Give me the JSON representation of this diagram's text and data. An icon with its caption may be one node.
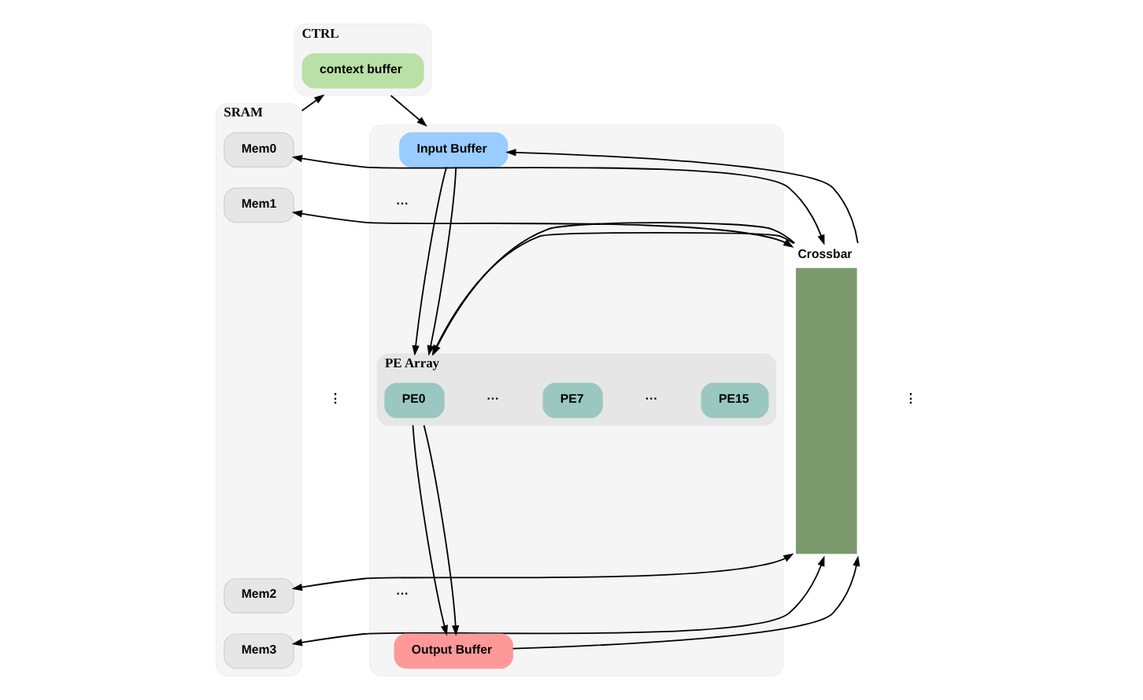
{
  "diagram": {
    "nodes": [
      {
        "text": [
          "CTRL"
        ]
      },
      {
        "text": [
          "context buffer"
        ],
        "in": 0
      },
      {
        "text": [
          "SRAM"
        ]
      },
      {
        "text": [
          "Mem0"
        ],
        "in": 2
      },
      {
        "text": [
          "Mem1"
        ],
        "in": 2
      },
      {
        "text": [
          "Mem2"
        ],
        "in": 2
      },
      {
        "text": [
          "Mem3"
        ],
        "in": 2
      },
      {
        "text": [
          "Crossbar"
        ]
      },
      {
        "text": [],
        "shape": "box"
      },
      {
        "text": [
          "Input Buffer"
        ],
        "in": 8
      },
      {
        "text": [
          "PE Array"
        ],
        "in": 8
      },
      {
        "text": [
          "PE0"
        ],
        "in": 10
      },
      {
        "text": [
          "PE7"
        ],
        "in": 10
      },
      {
        "text": [
          "PE15"
        ],
        "in": 10
      },
      {
        "text": [
          "Output Buffer"
        ],
        "in": 8
      }
    ],
    "edges": [
      {
        "from": 2,
        "to": 0,
        "arrow": "to"
      },
      {
        "from": 0,
        "to": 8,
        "arrow": "to"
      },
      {
        "from": 3,
        "to": 7,
        "arrow": "both"
      },
      {
        "from": 4,
        "to": 7,
        "arrow": "both"
      },
      {
        "from": 5,
        "to": 7,
        "arrow": "both"
      },
      {
        "from": 6,
        "to": 7,
        "arrow": "both"
      },
      {
        "from": 7,
        "to": 9,
        "arrow": "to"
      },
      {
        "from": 7,
        "to": 10,
        "arrow": "to"
      },
      {
        "from": 7,
        "to": 10,
        "arrow": "to"
      },
      {
        "from": 14,
        "to": 7,
        "arrow": "to"
      },
      {
        "from": 9,
        "to": 10,
        "arrow": "to"
      },
      {
        "from": 9,
        "to": 10,
        "arrow": "to"
      },
      {
        "from": 10,
        "to": 14,
        "arrow": "to"
      },
      {
        "from": 10,
        "to": 14,
        "arrow": "to"
      }
    ],
    "labels": [
      "⋮",
      "⋮",
      "···",
      "···",
      "···",
      "···"
    ]
  }
}
